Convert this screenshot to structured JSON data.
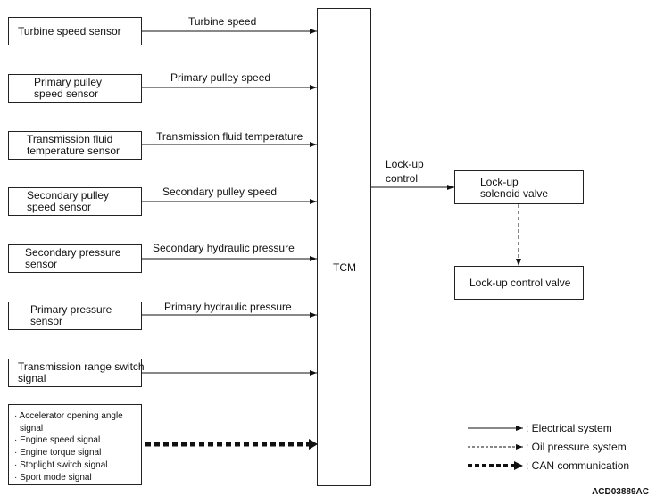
{
  "sensors": [
    {
      "name_lines": [
        "Turbine speed sensor"
      ],
      "signal": "Turbine speed"
    },
    {
      "name_lines": [
        "Primary pulley",
        "speed sensor"
      ],
      "signal": "Primary pulley speed"
    },
    {
      "name_lines": [
        "Transmission fluid",
        "temperature sensor"
      ],
      "signal": "Transmission fluid temperature"
    },
    {
      "name_lines": [
        "Secondary pulley",
        "speed sensor"
      ],
      "signal": "Secondary pulley speed"
    },
    {
      "name_lines": [
        "Secondary pressure",
        "sensor"
      ],
      "signal": "Secondary hydraulic pressure"
    },
    {
      "name_lines": [
        "Primary pressure",
        "sensor"
      ],
      "signal": "Primary hydraulic pressure"
    },
    {
      "name_lines": [
        "Transmission range switch",
        "signal"
      ],
      "signal": ""
    }
  ],
  "can_inputs": [
    "· Accelerator opening angle",
    "  signal",
    "· Engine speed signal",
    "· Engine torque signal",
    "· Stoplight switch signal",
    "· Sport mode signal"
  ],
  "tcm": "TCM",
  "lockup_signal": [
    "Lock-up",
    "control"
  ],
  "solenoid": [
    "Lock-up",
    "solenoid valve"
  ],
  "control_valve": "Lock-up control valve",
  "legend": {
    "electrical": ": Electrical system",
    "oil": ": Oil pressure system",
    "can": ": CAN communication"
  },
  "figure_code": "ACD03889AC"
}
